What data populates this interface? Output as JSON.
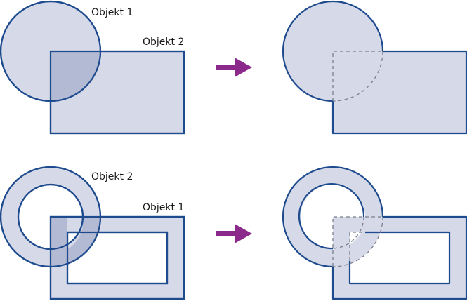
{
  "labels": {
    "top_circle": "Objekt 1",
    "top_rect": "Objekt 2",
    "bottom_ring": "Objekt 2",
    "bottom_frame": "Objekt 1"
  },
  "colors": {
    "stroke": "#1e4a8e",
    "fill": "#d5d9e8",
    "overlap_fill": "#b3bad4",
    "hidden_edge": "#7b7f8e",
    "arrow": "#8b2a8a",
    "background": "#ffffff"
  },
  "icons": {
    "top_arrow": "right-arrow-icon",
    "bottom_arrow": "right-arrow-icon"
  }
}
